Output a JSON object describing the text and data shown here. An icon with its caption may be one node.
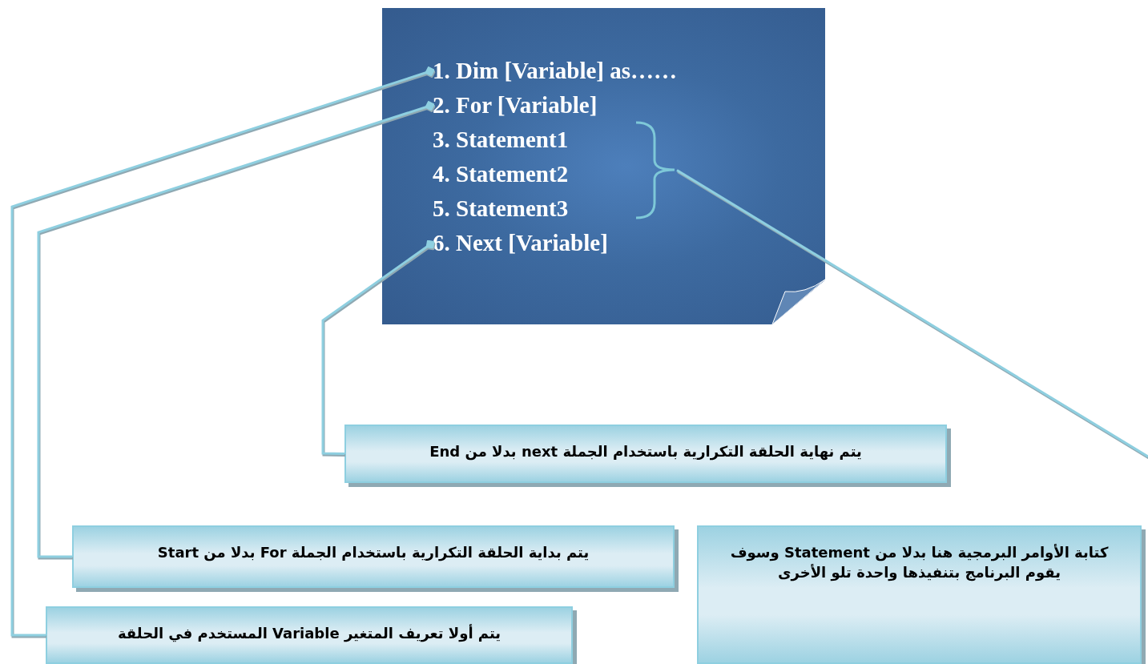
{
  "diagram": {
    "nodes": [
      {
        "text": [],
        "shape": "box"
      },
      {
        "text": [
          "1. Dim [Variable] as……"
        ],
        "in": 0
      },
      {
        "text": [
          "2. For [Variable]"
        ],
        "in": 0
      },
      {
        "text": [
          "3. Statement1"
        ],
        "in": 0
      },
      {
        "text": [
          "4. Statement2"
        ],
        "in": 0
      },
      {
        "text": [
          "5. Statement3"
        ],
        "in": 0
      },
      {
        "text": [
          "6. Next [Variable]"
        ],
        "in": 0
      },
      {
        "text": [],
        "shape": "brace",
        "in": 0
      },
      {
        "text": [
          "يتم نهاية الحلقة التكرارية باستخدام الجملة next بدلا من End"
        ]
      },
      {
        "text": [
          "يتم بداية الحلقة التكرارية باستخدام الجملة For بدلا من Start"
        ]
      },
      {
        "text": [
          "كتابة الأوامر البرمجية هنا بدلا من Statement وسوف يقوم البرنامج بتنفيذها واحدة تلو الأخرى"
        ]
      },
      {
        "text": [
          "يتم أولا تعريف المتغير Variable المستخدم في الحلقة"
        ]
      }
    ],
    "edges": [
      {
        "from": 11,
        "to": 1,
        "arrow": "other"
      },
      {
        "from": 9,
        "to": 2,
        "arrow": "other"
      },
      {
        "from": 8,
        "to": 6,
        "arrow": "other"
      },
      {
        "from": 7,
        "to": null,
        "arrow": "none"
      }
    ]
  }
}
